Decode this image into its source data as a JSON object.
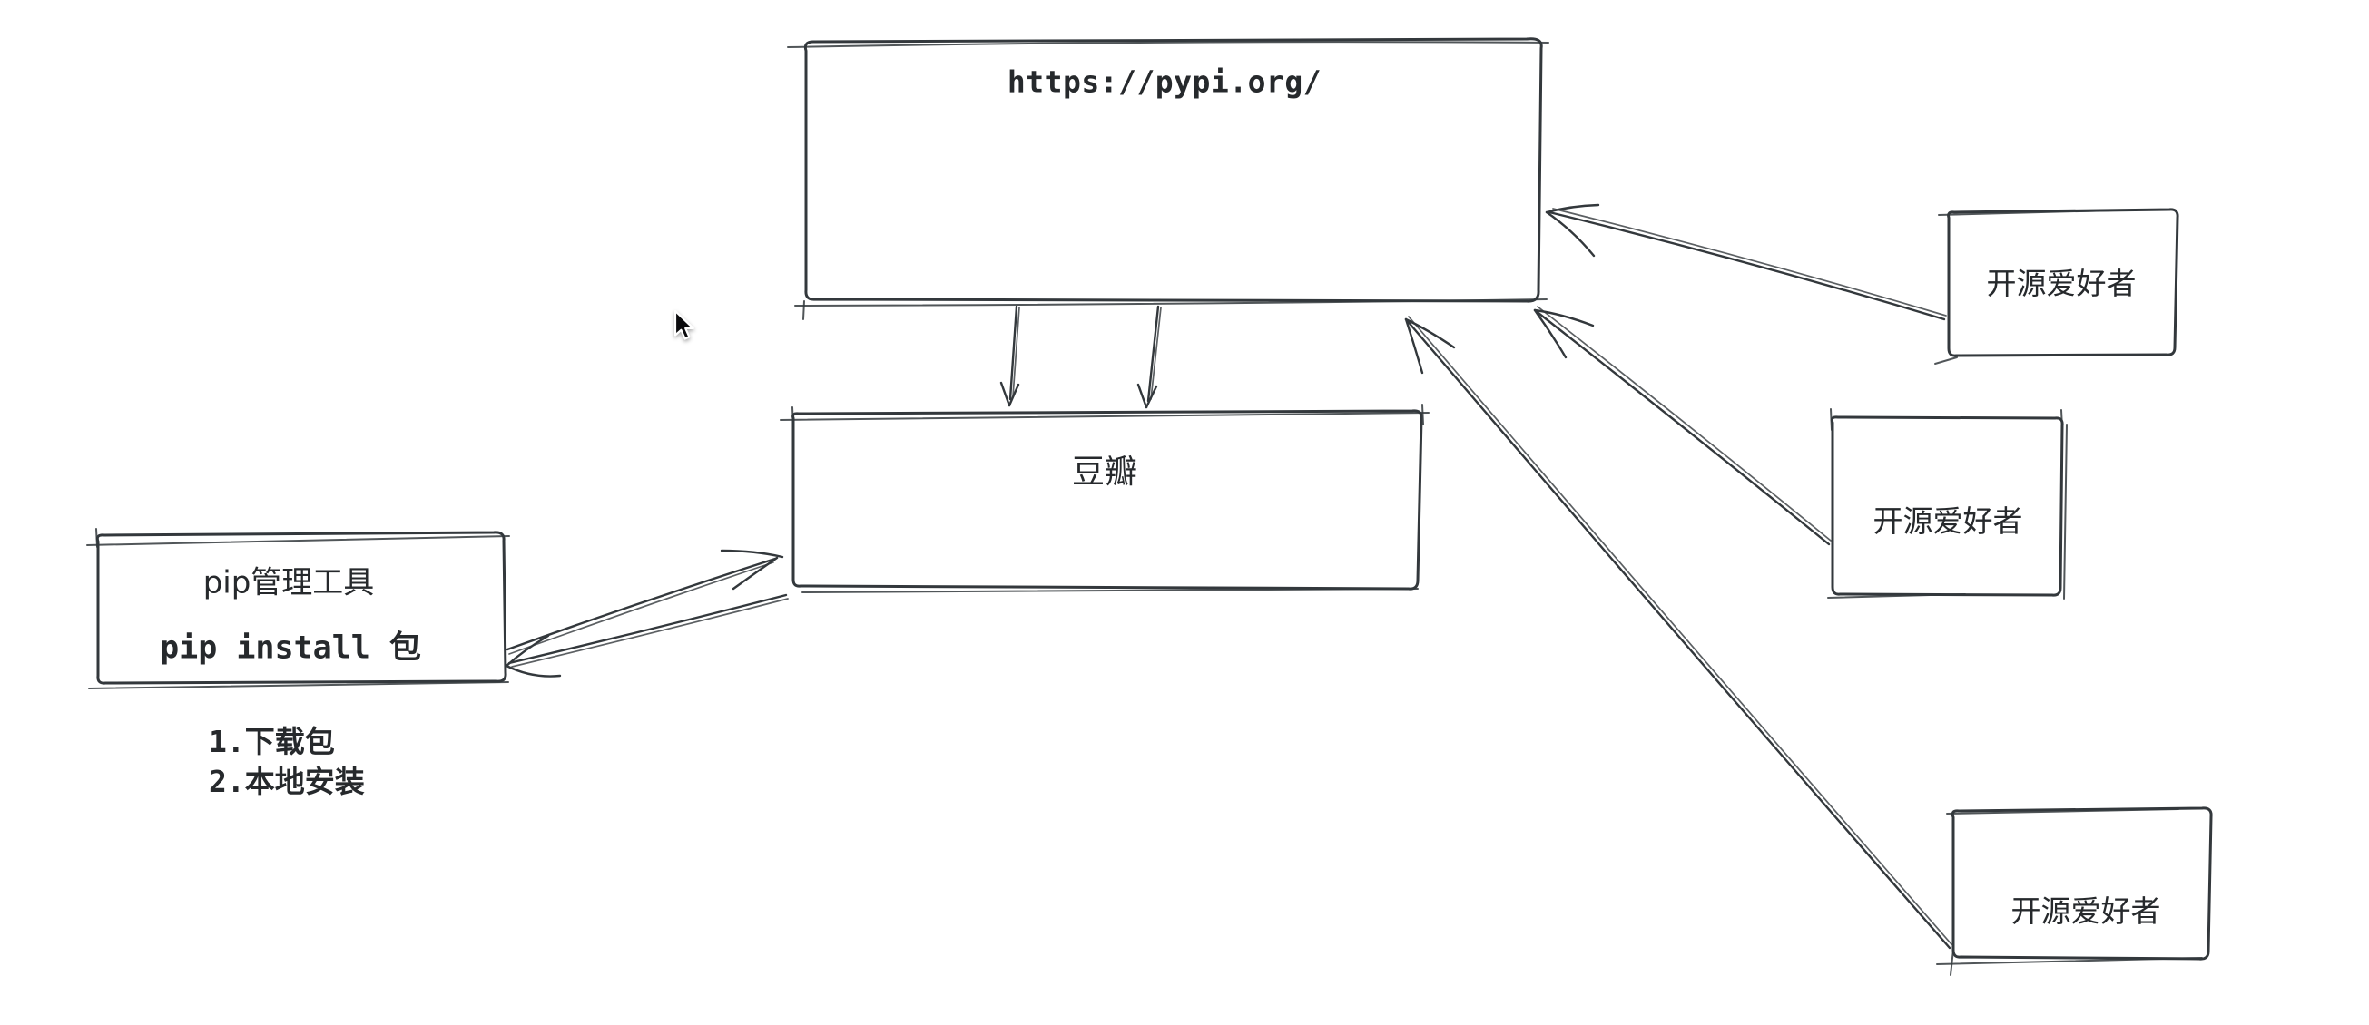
{
  "canvas": {
    "background": "#ffffff",
    "ink_color": "#33383c",
    "text_color": "#26292c"
  },
  "nodes": {
    "pypi": {
      "label": "https://pypi.org/"
    },
    "douban": {
      "label": "豆瓣"
    },
    "pip_tool": {
      "title": "pip管理工具",
      "command": "pip install 包"
    },
    "enthusiast_top": {
      "label": "开源爱好者"
    },
    "enthusiast_middle": {
      "label": "开源爱好者"
    },
    "enthusiast_bottom": {
      "label": "开源爱好者"
    }
  },
  "annotation": {
    "step1": "1.下载包",
    "step2": "2.本地安装"
  }
}
